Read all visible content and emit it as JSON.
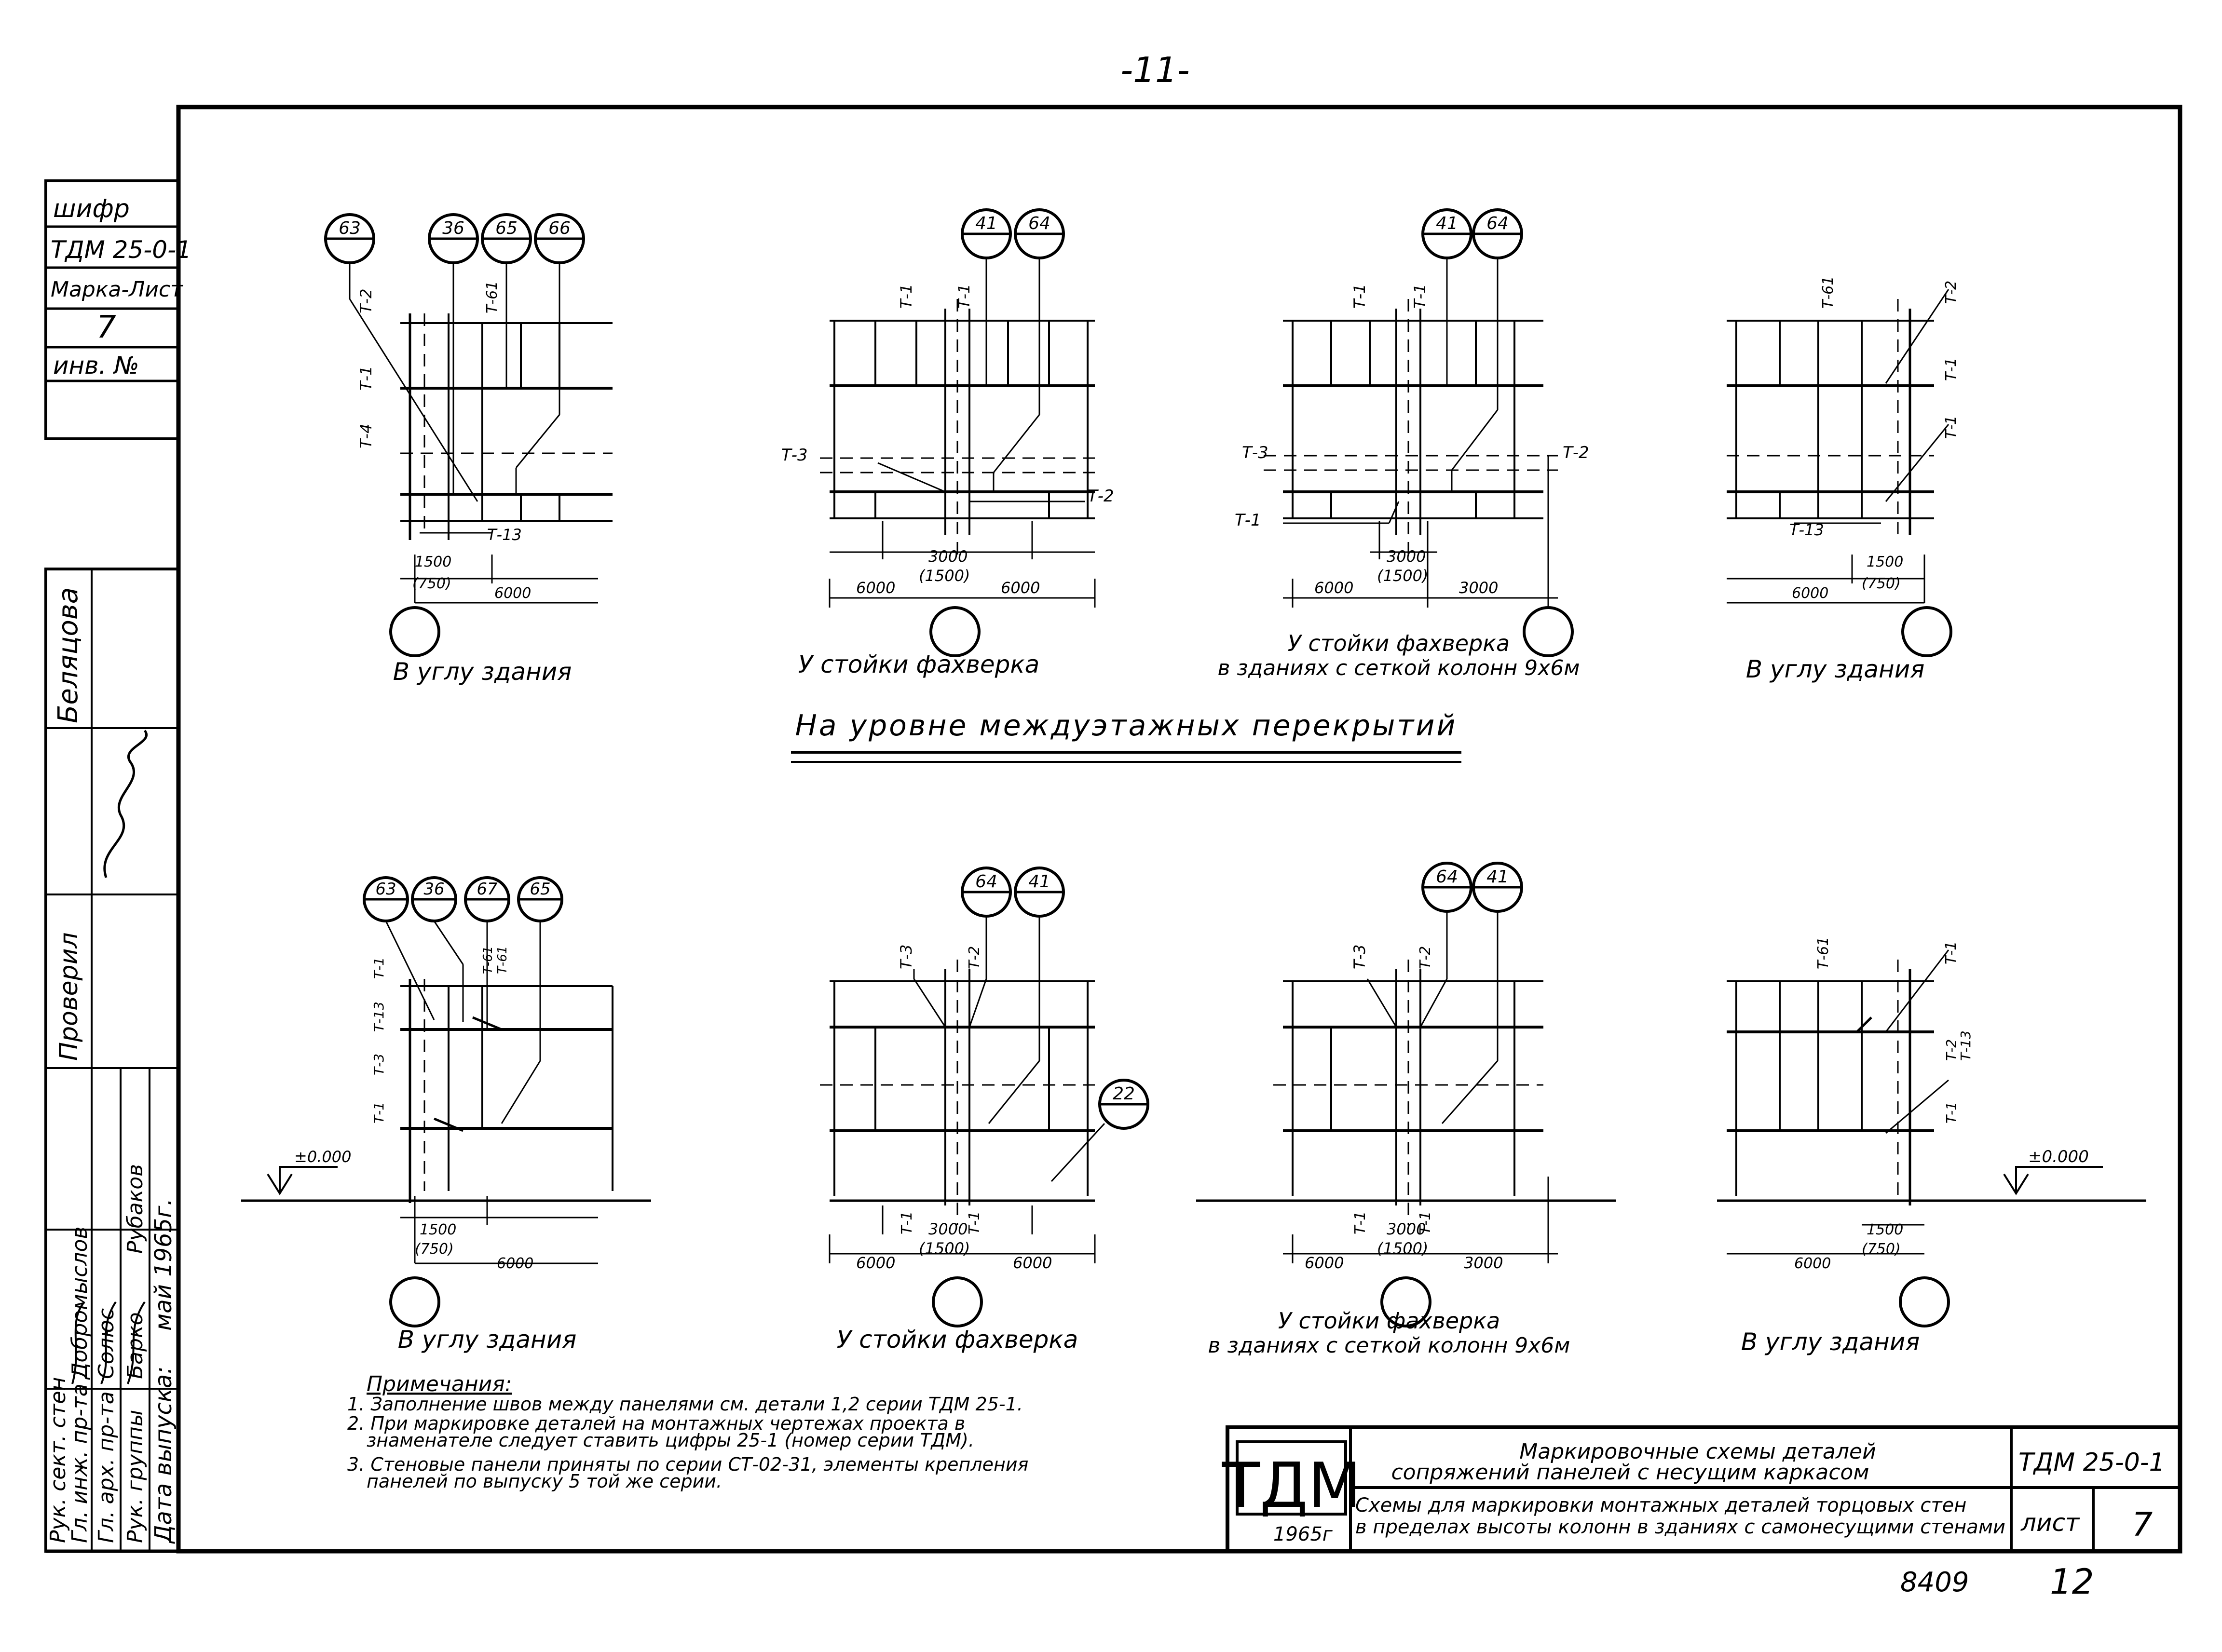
{
  "page_number": "-11-",
  "left_stamp": {
    "cipher_label": "шифр",
    "cipher_value": "ТДМ 25-0-1",
    "mark_sheet_label": "Марка-Лист",
    "mark_sheet_value": "7",
    "inv_label": "инв. №",
    "roles": [
      "Рук. сект. стен",
      "Гл. инж. пр-та",
      "Гл. арх. пр-та",
      "Рук. группы",
      "Дата выпуска:"
    ],
    "names": [
      "Добромыслов",
      "Солюс",
      "Барко",
      "Рубаков"
    ],
    "date_value": "май 1965г.",
    "checked_label": "Проверил",
    "name_top": "Беляцова"
  },
  "top_row": {
    "d1": {
      "markers": [
        "63",
        "36",
        "65",
        "66"
      ],
      "labels": [
        "Т-2",
        "Т-1",
        "Т-4",
        "Т-61",
        "Т-13"
      ],
      "dims": [
        "1500",
        "(750)",
        "6000"
      ],
      "caption": "В углу здания"
    },
    "d2": {
      "markers": [
        "41",
        "64"
      ],
      "labels": [
        "Т-1",
        "Т-1",
        "Т-3",
        "Т-2"
      ],
      "dims": [
        "3000",
        "(1500)",
        "6000",
        "6000"
      ],
      "caption": "У стойки фахверка"
    },
    "d3": {
      "markers": [
        "41",
        "64"
      ],
      "labels": [
        "Т-1",
        "Т-1",
        "Т-3",
        "Т-2",
        "Т-1"
      ],
      "dims": [
        "3000",
        "(1500)",
        "6000",
        "3000"
      ],
      "caption_line1": "У стойки фахверка",
      "caption_line2": "в зданиях с сеткой колонн 9х6м"
    },
    "d4": {
      "labels": [
        "Т-61",
        "Т-2",
        "Т-1",
        "Т-1",
        "Т-13"
      ],
      "dims": [
        "1500",
        "(750)",
        "6000"
      ],
      "caption": "В углу здания"
    }
  },
  "section_title": "На уровне междуэтажных перекрытий",
  "bottom_row": {
    "d5": {
      "markers": [
        "63",
        "36",
        "67",
        "65"
      ],
      "labels": [
        "Т-1",
        "Т-13",
        "Т-3",
        "Т-1",
        "Т-61",
        "Т-61"
      ],
      "level": "±0.000",
      "dims": [
        "1500",
        "(750)",
        "6000"
      ],
      "caption": "В углу здания"
    },
    "d6": {
      "markers": [
        "64",
        "41",
        "22"
      ],
      "labels": [
        "Т-3",
        "Т-2",
        "Т-1",
        "Т-1"
      ],
      "dims": [
        "3000",
        "(1500)",
        "6000",
        "6000"
      ],
      "caption": "У стойки фахверка"
    },
    "d7": {
      "markers": [
        "64",
        "41"
      ],
      "labels": [
        "Т-3",
        "Т-2",
        "Т-1",
        "Т-1"
      ],
      "dims": [
        "3000",
        "(1500)",
        "6000",
        "3000"
      ],
      "caption_line1": "У стойки фахверка",
      "caption_line2": "в зданиях с сеткой колонн 9х6м"
    },
    "d8": {
      "labels": [
        "Т-61",
        "Т-1",
        "Т-2",
        "Т-13",
        "Т-1"
      ],
      "level": "±0.000",
      "dims": [
        "1500",
        "(750)",
        "6000"
      ],
      "caption": "В углу здания"
    }
  },
  "notes": {
    "title": "Примечания:",
    "items": [
      "1. Заполнение швов между панелями см. детали 1,2 серии ТДМ 25-1.",
      "2. При маркировке деталей на монтажных чертежах проекта в",
      "знаменателе следует ставить цифры 25-1 (номер серии ТДМ).",
      "3. Стеновые панели приняты по серии СТ-02-31, элементы крепления",
      "панелей по выпуску 5 той же серии."
    ]
  },
  "title_block": {
    "logo": "ТДМ",
    "year": "1965г",
    "title_line1": "Маркировочные схемы деталей",
    "title_line2": "сопряжений панелей с несущим каркасом",
    "subtitle_line1": "Схемы для маркировки монтажных деталей торцовых стен",
    "subtitle_line2": "в пределах высоты колонн в зданиях с самонесущими стенами",
    "code": "ТДМ 25-0-1",
    "sheet_label": "лист",
    "sheet_value": "7"
  },
  "footer_numbers": [
    "8409",
    "12"
  ]
}
